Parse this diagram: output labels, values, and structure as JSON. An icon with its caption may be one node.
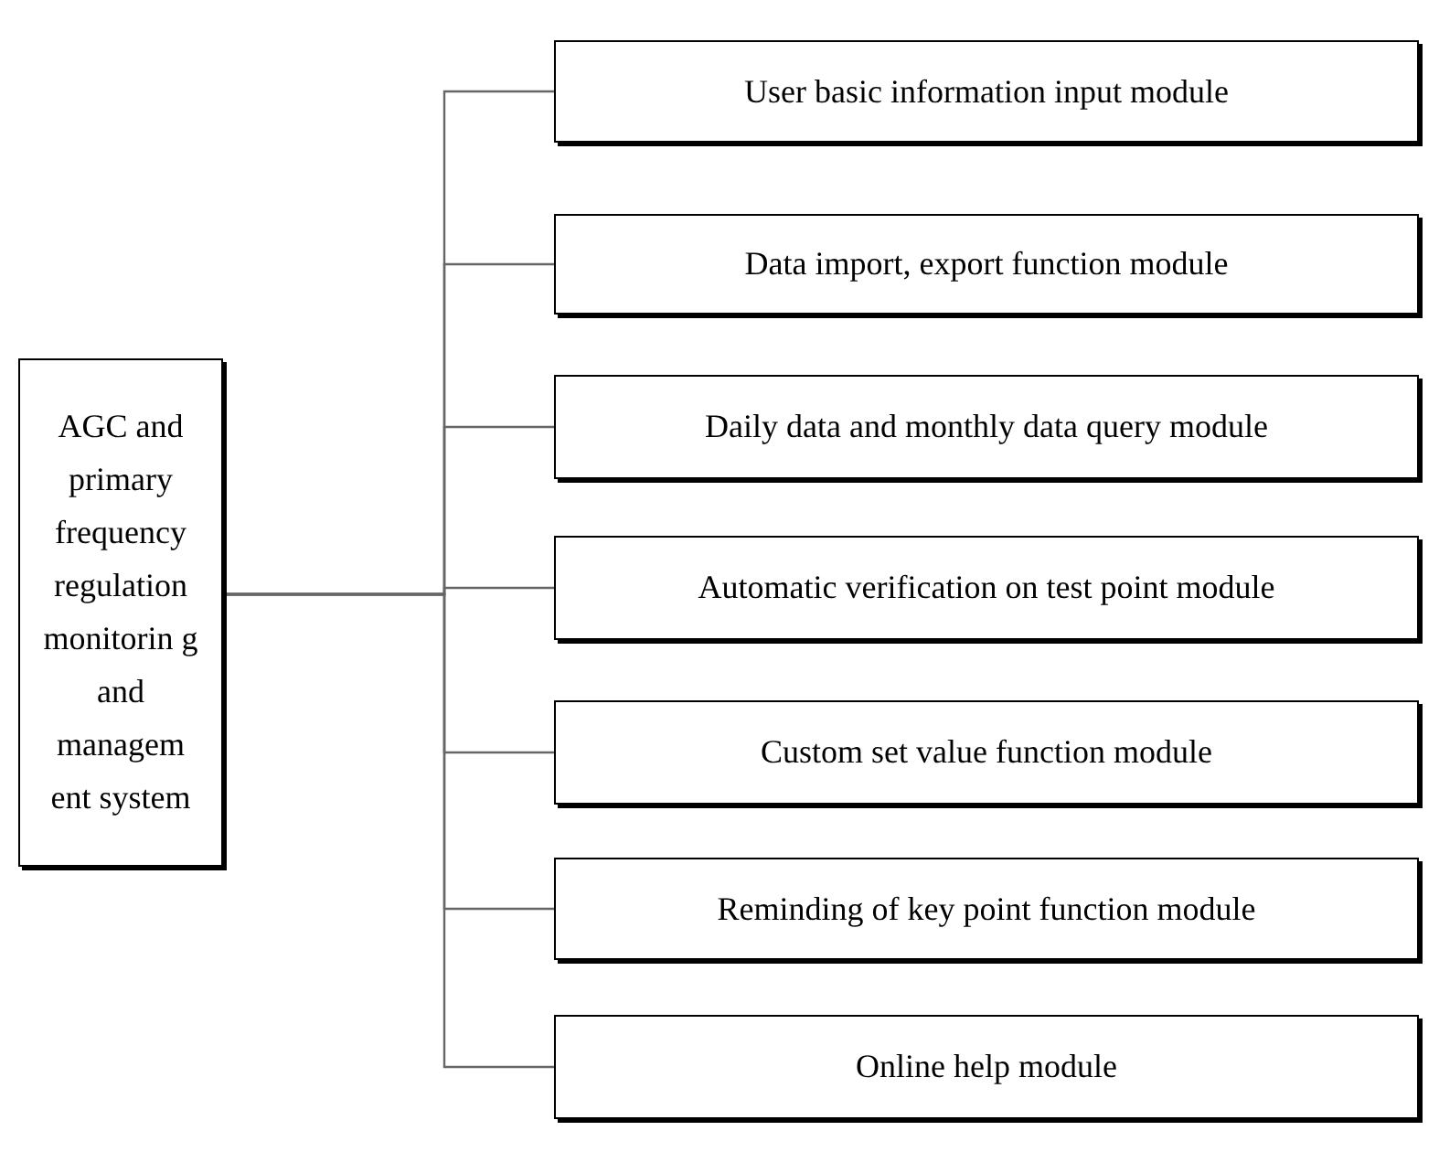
{
  "diagram": {
    "nodes": [
      {
        "text": [
          "AGC and primary frequency regulation monitorin g and managem ent system"
        ]
      },
      {
        "text": [
          "User basic information input module"
        ]
      },
      {
        "text": [
          "Data import, export function module"
        ]
      },
      {
        "text": [
          "Daily data and monthly data query module"
        ]
      },
      {
        "text": [
          "Automatic verification on test point module"
        ]
      },
      {
        "text": [
          "Custom set value function module"
        ]
      },
      {
        "text": [
          "Reminding of key point function module"
        ]
      },
      {
        "text": [
          "Online help module"
        ]
      }
    ],
    "edges": [
      {
        "from": 0,
        "to": 1,
        "arrow": "none"
      },
      {
        "from": 0,
        "to": 2,
        "arrow": "none"
      },
      {
        "from": 0,
        "to": 3,
        "arrow": "none"
      },
      {
        "from": 0,
        "to": 4,
        "arrow": "none"
      },
      {
        "from": 0,
        "to": 5,
        "arrow": "none"
      },
      {
        "from": 0,
        "to": 6,
        "arrow": "none"
      },
      {
        "from": 0,
        "to": 7,
        "arrow": "none"
      }
    ]
  }
}
